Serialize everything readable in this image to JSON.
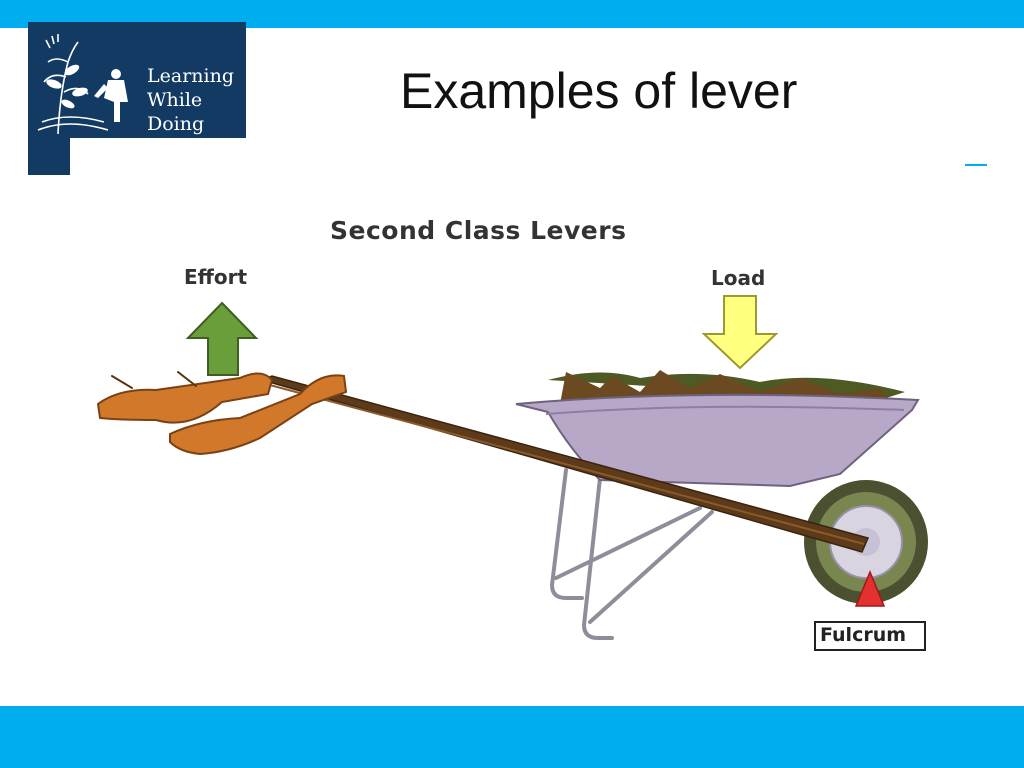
{
  "slide": {
    "title": "Examples of lever"
  },
  "logo": {
    "line1": "Learning",
    "line2": "While",
    "line3": "Doing"
  },
  "diagram": {
    "title": "Second Class Levers",
    "effort": "Effort",
    "load": "Load",
    "fulcrum": "Fulcrum"
  },
  "colors": {
    "accent_bar": "#00AEEF",
    "logo_bg": "#123A63",
    "effort_arrow": "#6A9E3A",
    "load_arrow": "#FFFF80",
    "fulcrum_marker": "#E53030",
    "barrow_body": "#B8A8C8",
    "handle": "#5C3A1A",
    "skin": "#D2782A"
  }
}
